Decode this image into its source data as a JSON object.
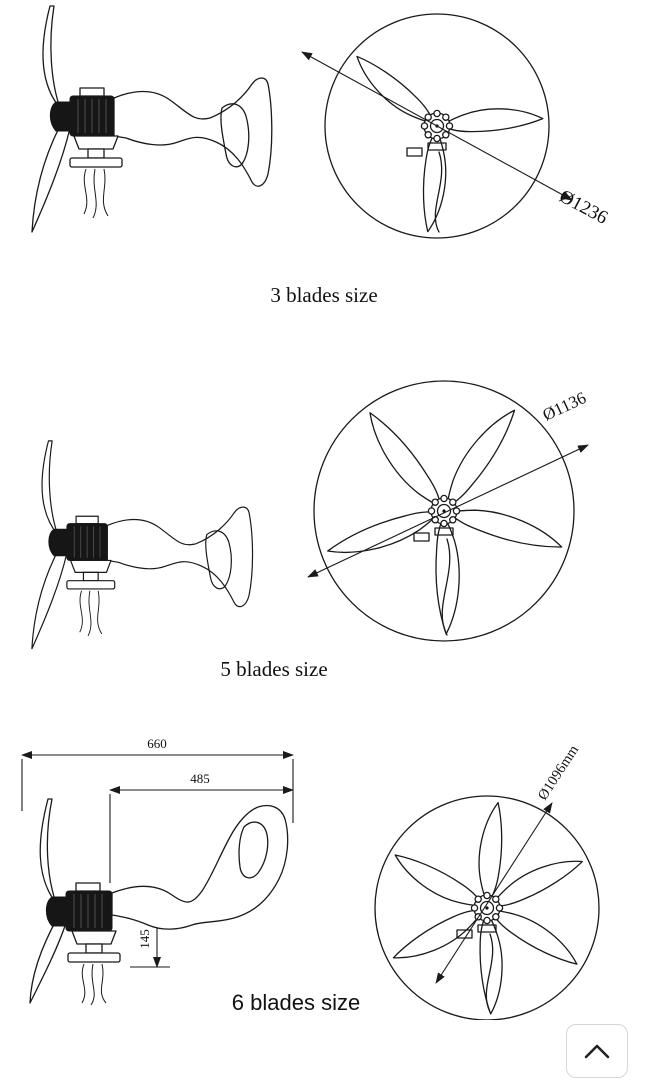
{
  "colors": {
    "ink": "#1a1a1a",
    "background": "#ffffff",
    "scroll_button_border": "#d6d6d6"
  },
  "sections": [
    {
      "id": "three-blades",
      "caption": "3 blades size",
      "diameter_label": "Ø1236"
    },
    {
      "id": "five-blades",
      "caption": "5 blades size",
      "diameter_label": "Ø1136"
    },
    {
      "id": "six-blades",
      "caption": "6 blades size",
      "diameter_label": "Ø1096mm",
      "dimensions": {
        "total_length": "660",
        "tail_length": "485",
        "mount_height": "145"
      }
    }
  ],
  "scroll_top_button": {
    "icon": "chevron-up"
  }
}
